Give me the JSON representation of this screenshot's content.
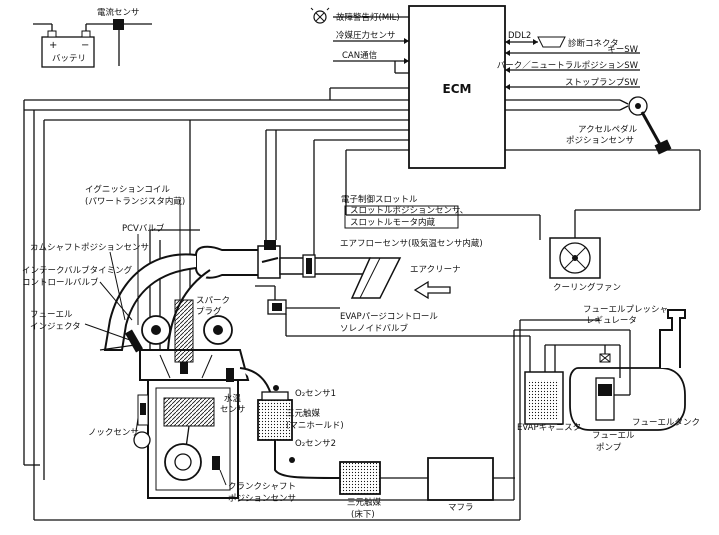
{
  "labels": {
    "current_sensor": "電流センサ",
    "battery": "バッテリ",
    "mil": "故障警告灯(MIL)",
    "refrigerant_sensor": "冷媒圧力センサ",
    "can": "CAN通信",
    "ddl2": "DDL2",
    "diag_connector": "診断コネクタ",
    "key_sw": "キーSW",
    "park_neutral_sw": "パーク／ニュートラルポジションSW",
    "stop_lamp_sw": "ストップランプSW",
    "ecm": "ECM",
    "accel_pedal_line1": "アクセルペダル",
    "accel_pedal_line2": "ポジションセンサ",
    "ignition_coil_line1": "イグニッションコイル",
    "ignition_coil_line2": "(パワートランジスタ内蔵)",
    "pcv_valve": "PCVバルブ",
    "cam_sensor": "カムシャフトポジションセンサ",
    "intake_vvt_line1": "インテークバルブタイミング",
    "intake_vvt_line2": "コントロールバルブ",
    "injector_line1": "フューエル",
    "injector_line2": "インジェクタ",
    "throttle_line1": "電子制御スロットル",
    "throttle_line2": "スロットルポジションセンサ、",
    "throttle_line3": "スロットルモータ内蔵",
    "airflow_sensor": "エアフローセンサ(吸気温センサ内蔵)",
    "air_cleaner": "エアクリーナ",
    "spark_plug_line1": "スパーク",
    "spark_plug_line2": "プラグ",
    "evap_purge_line1": "EVAPパージコントロール",
    "evap_purge_line2": "ソレノイドバルブ",
    "cooling_fan": "クーリングファン",
    "fuel_regulator_line1": "フューエルプレッシャ",
    "fuel_regulator_line2": "レギュレータ",
    "o2_sensor1": "O₂センサ1",
    "o2_sensor2": "O₂センサ2",
    "water_temp_line1": "水温",
    "water_temp_line2": "センサ",
    "catalyst1_line1": "三元触媒",
    "catalyst1_line2": "(マニホールド)",
    "knock_sensor": "ノックセンサ",
    "evap_canister": "EVAPキャニスタ",
    "fuel_pump_line1": "フューエル",
    "fuel_pump_line2": "ポンプ",
    "fuel_tank": "フューエルタンク",
    "crank_sensor_line1": "クランクシャフト",
    "crank_sensor_line2": "ポジションセンサ",
    "catalyst2_line1": "三元触媒",
    "catalyst2_line2": "(床下)",
    "muffler": "マフラ"
  }
}
